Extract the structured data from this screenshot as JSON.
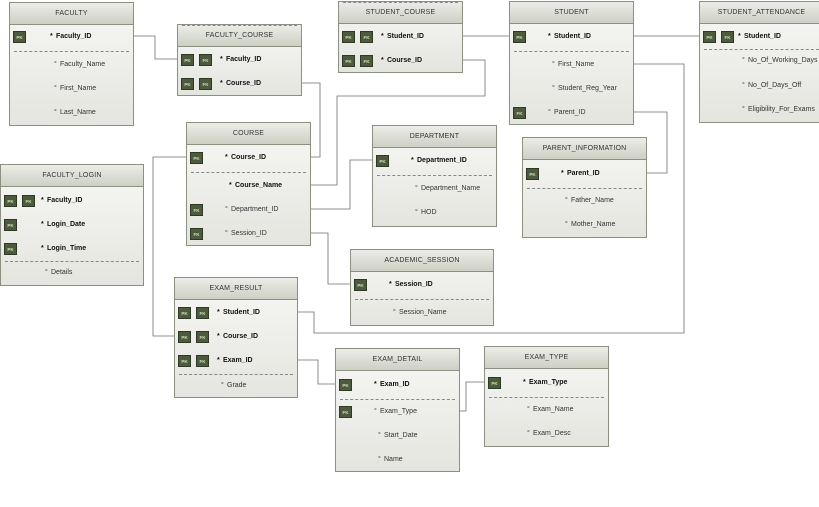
{
  "entities": {
    "faculty": {
      "title": "FACULTY",
      "fields": [
        {
          "badges": [
            "PK"
          ],
          "name": "Faculty_ID",
          "required": true
        },
        {
          "badges": [],
          "name": "Faculty_Name",
          "required": false
        },
        {
          "badges": [],
          "name": "First_Name",
          "required": false
        },
        {
          "badges": [],
          "name": "Last_Name",
          "required": false
        }
      ]
    },
    "faculty_course": {
      "title": "FACULTY_COURSE",
      "fields": [
        {
          "badges": [
            "PK",
            "FK"
          ],
          "name": "Faculty_ID",
          "required": true
        },
        {
          "badges": [
            "PK",
            "FK"
          ],
          "name": "Course_ID",
          "required": true
        }
      ]
    },
    "student_course": {
      "title": "STUDENT_COURSE",
      "fields": [
        {
          "badges": [
            "PK",
            "FK"
          ],
          "name": "Student_ID",
          "required": true
        },
        {
          "badges": [
            "PK",
            "FK"
          ],
          "name": "Course_ID",
          "required": true
        }
      ]
    },
    "student": {
      "title": "STUDENT",
      "fields": [
        {
          "badges": [
            "PK"
          ],
          "name": "Student_ID",
          "required": true
        },
        {
          "badges": [],
          "name": "First_Name",
          "required": false
        },
        {
          "badges": [],
          "name": "Student_Reg_Year",
          "required": false
        },
        {
          "badges": [
            "FK"
          ],
          "name": "Parent_ID",
          "required": false
        }
      ]
    },
    "student_attendance": {
      "title": "STUDENT_ATTENDANCE",
      "fields": [
        {
          "badges": [
            "PK",
            "FK"
          ],
          "name": "Student_ID",
          "required": true
        },
        {
          "badges": [],
          "name": "No_Of_Working_Days",
          "required": false
        },
        {
          "badges": [],
          "name": "No_Of_Days_Off",
          "required": false
        },
        {
          "badges": [],
          "name": "Eligibility_For_Exams",
          "required": false
        }
      ]
    },
    "faculty_login": {
      "title": "FACULTY_LOGIN",
      "fields": [
        {
          "badges": [
            "PK",
            "FK"
          ],
          "name": "Faculty_ID",
          "required": true
        },
        {
          "badges": [
            "PK"
          ],
          "name": "Login_Date",
          "required": true
        },
        {
          "badges": [
            "PK"
          ],
          "name": "Login_Time",
          "required": true
        },
        {
          "badges": [],
          "name": "Details",
          "required": false
        }
      ]
    },
    "course": {
      "title": "COURSE",
      "fields": [
        {
          "badges": [
            "PK"
          ],
          "name": "Course_ID",
          "required": true
        },
        {
          "badges": [],
          "name": "Course_Name",
          "required": true
        },
        {
          "badges": [
            "FK"
          ],
          "name": "Department_ID",
          "required": false
        },
        {
          "badges": [
            "FK"
          ],
          "name": "Session_ID",
          "required": false
        }
      ]
    },
    "department": {
      "title": "DEPARTMENT",
      "fields": [
        {
          "badges": [
            "PK"
          ],
          "name": "Department_ID",
          "required": true
        },
        {
          "badges": [],
          "name": "Department_Name",
          "required": false
        },
        {
          "badges": [],
          "name": "HOD",
          "required": false
        }
      ]
    },
    "parent_information": {
      "title": "PARENT_INFORMATION",
      "fields": [
        {
          "badges": [
            "PK"
          ],
          "name": "Parent_ID",
          "required": true
        },
        {
          "badges": [],
          "name": "Father_Name",
          "required": false
        },
        {
          "badges": [],
          "name": "Mother_Name",
          "required": false
        }
      ]
    },
    "academic_session": {
      "title": "ACADEMIC_SESSION",
      "fields": [
        {
          "badges": [
            "PK"
          ],
          "name": "Session_ID",
          "required": true
        },
        {
          "badges": [],
          "name": "Session_Name",
          "required": false
        }
      ]
    },
    "exam_result": {
      "title": "EXAM_RESULT",
      "fields": [
        {
          "badges": [
            "PK",
            "FK"
          ],
          "name": "Student_ID",
          "required": true
        },
        {
          "badges": [
            "PK",
            "FK"
          ],
          "name": "Course_ID",
          "required": true
        },
        {
          "badges": [
            "PK",
            "FK"
          ],
          "name": "Exam_ID",
          "required": true
        },
        {
          "badges": [],
          "name": "Grade",
          "required": false
        }
      ]
    },
    "exam_detail": {
      "title": "EXAM_DETAIL",
      "fields": [
        {
          "badges": [
            "PK"
          ],
          "name": "Exam_ID",
          "required": true
        },
        {
          "badges": [
            "FK"
          ],
          "name": "Exam_Type",
          "required": false
        },
        {
          "badges": [],
          "name": "Start_Date",
          "required": false
        },
        {
          "badges": [],
          "name": "Name",
          "required": false
        }
      ]
    },
    "exam_type": {
      "title": "EXAM_TYPE",
      "fields": [
        {
          "badges": [
            "PK"
          ],
          "name": "Exam_Type",
          "required": true
        },
        {
          "badges": [],
          "name": "Exam_Name",
          "required": false
        },
        {
          "badges": [],
          "name": "Exam_Desc",
          "required": false
        }
      ]
    }
  },
  "colors": {
    "badge_fill": "#4d5a3e",
    "line": "#6f6f6f",
    "header": "#d6d8cf"
  }
}
